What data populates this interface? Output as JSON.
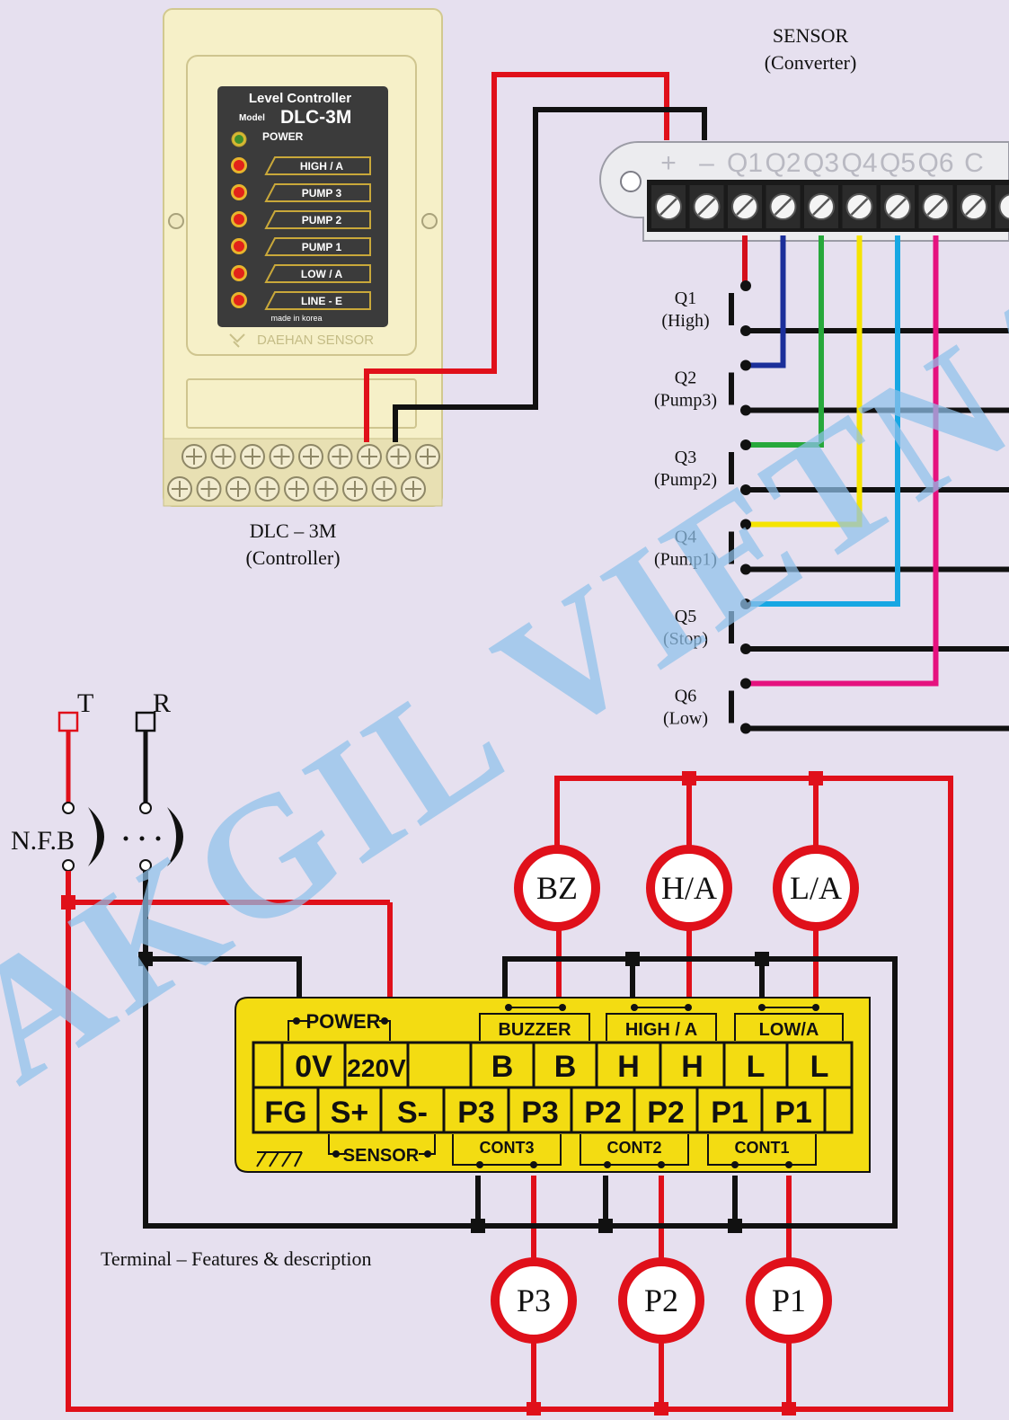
{
  "controller": {
    "title": "Level Controller",
    "model_prefix": "Model",
    "model": "DLC-3M",
    "power_label": "POWER",
    "leds": [
      "HIGH / A",
      "PUMP 3",
      "PUMP 2",
      "PUMP 1",
      "LOW / A",
      "LINE - E"
    ],
    "made_in": "made in korea",
    "brand": "DAEHAN SENSOR",
    "caption_line1": "DLC – 3M",
    "caption_line2": "(Controller)"
  },
  "sensor": {
    "caption_line1": "SENSOR",
    "caption_line2": "(Converter)",
    "terminals": [
      "+",
      "–",
      "Q1",
      "Q2",
      "Q3",
      "Q4",
      "Q5",
      "Q6",
      "C"
    ],
    "outputs": [
      {
        "code": "Q1",
        "name": "(High)",
        "color": "#d40f1b"
      },
      {
        "code": "Q2",
        "name": "(Pump3)",
        "color": "#1b2f9a"
      },
      {
        "code": "Q3",
        "name": "(Pump2)",
        "color": "#27a83b"
      },
      {
        "code": "Q4",
        "name": "(Pump1)",
        "color": "#f5e400"
      },
      {
        "code": "Q5",
        "name": "(Stop)",
        "color": "#17a7e3"
      },
      {
        "code": "Q6",
        "name": "(Low)",
        "color": "#e5127f"
      }
    ]
  },
  "power_supply": {
    "t_label": "T",
    "r_label": "R",
    "breaker_label": "N.F.B"
  },
  "indicators": [
    "BZ",
    "H/A",
    "L/A"
  ],
  "pumps": [
    "P3",
    "P2",
    "P1"
  ],
  "terminal_block": {
    "power_label": "POWER",
    "buzzer_label": "BUZZER",
    "high_label": "HIGH / A",
    "low_label": "LOW/A",
    "top_row": [
      "0V",
      "220V",
      "B",
      "B",
      "H",
      "H",
      "L",
      "L"
    ],
    "bottom_row": [
      "FG",
      "S+",
      "S-",
      "P3",
      "P3",
      "P2",
      "P2",
      "P1",
      "P1"
    ],
    "sensor_label": "SENSOR",
    "cont_labels": [
      "CONT3",
      "CONT2",
      "CONT1"
    ]
  },
  "caption": "Terminal –  Features & description",
  "watermark": "AKGIL VIETNAM",
  "colors": {
    "red_wire": "#e0101a",
    "black_wire": "#111111",
    "terminal_yellow": "#f3dc12",
    "background": "#e6e0ef",
    "controller_body": "#f6f0c8",
    "watermark": "#8fc1ea"
  }
}
